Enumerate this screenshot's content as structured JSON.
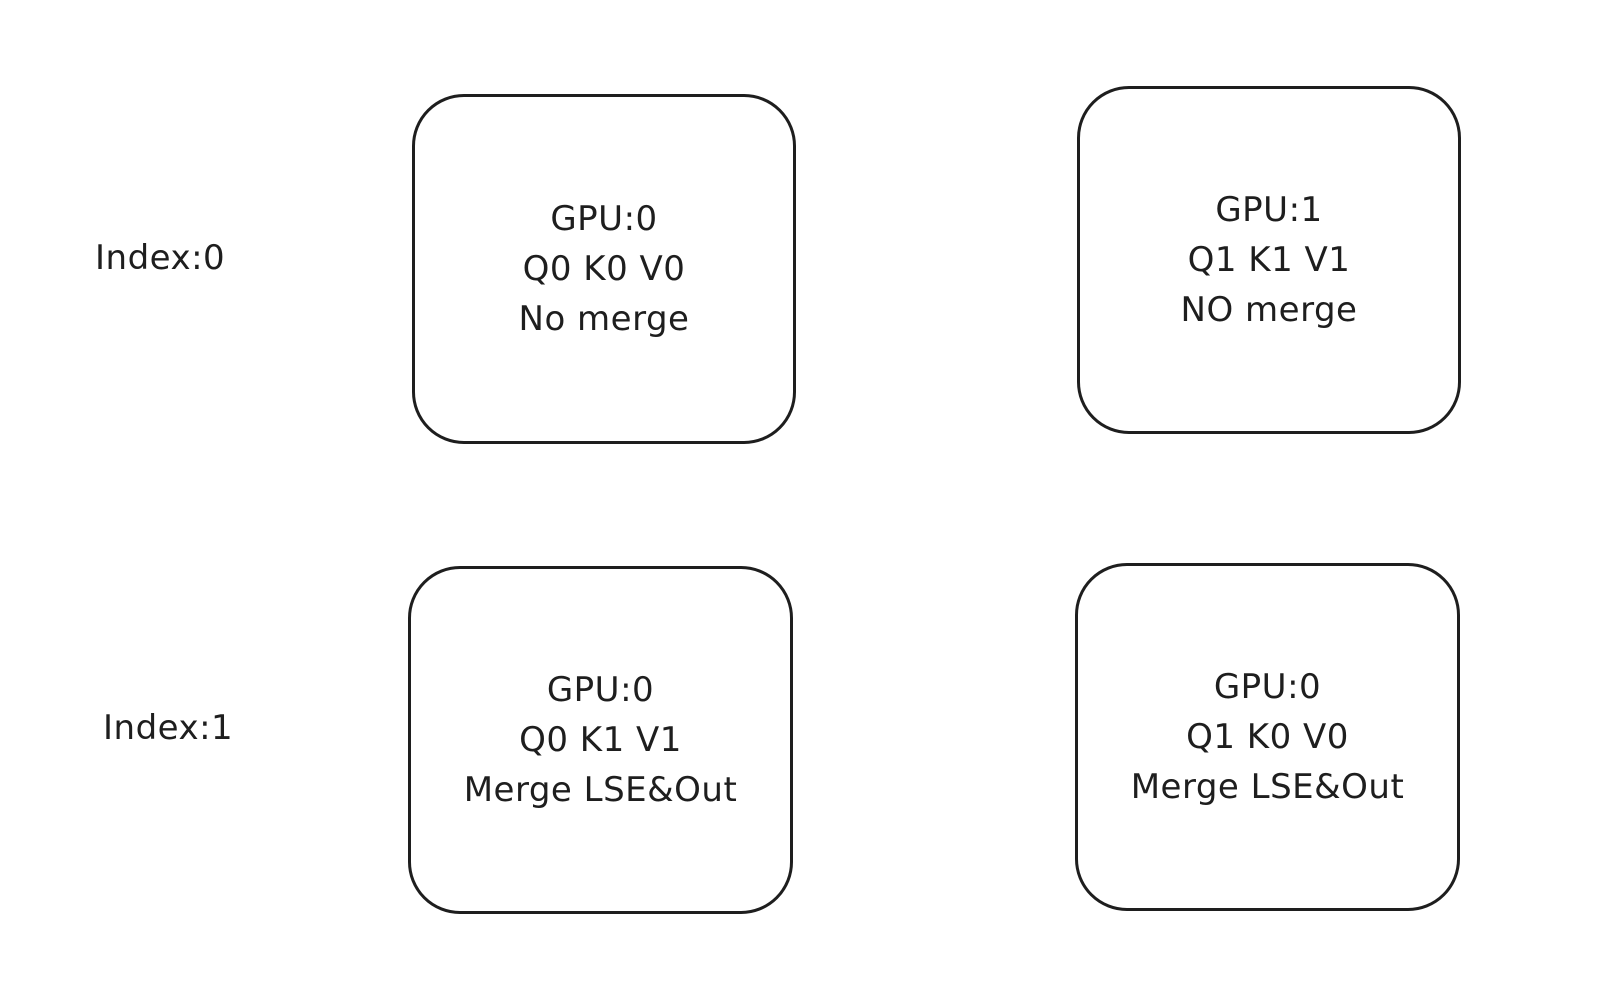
{
  "diagram": {
    "rows": [
      {
        "label": "Index:0",
        "cells": [
          {
            "lines": [
              "GPU:0",
              "Q0 K0 V0",
              "No merge"
            ]
          },
          {
            "lines": [
              "GPU:1",
              "Q1 K1 V1",
              "NO merge"
            ]
          }
        ]
      },
      {
        "label": "Index:1",
        "cells": [
          {
            "lines": [
              "GPU:0",
              "Q0 K1 V1",
              "Merge LSE&Out"
            ]
          },
          {
            "lines": [
              "GPU:0",
              "Q1 K0 V0",
              "Merge LSE&Out"
            ]
          }
        ]
      }
    ]
  }
}
